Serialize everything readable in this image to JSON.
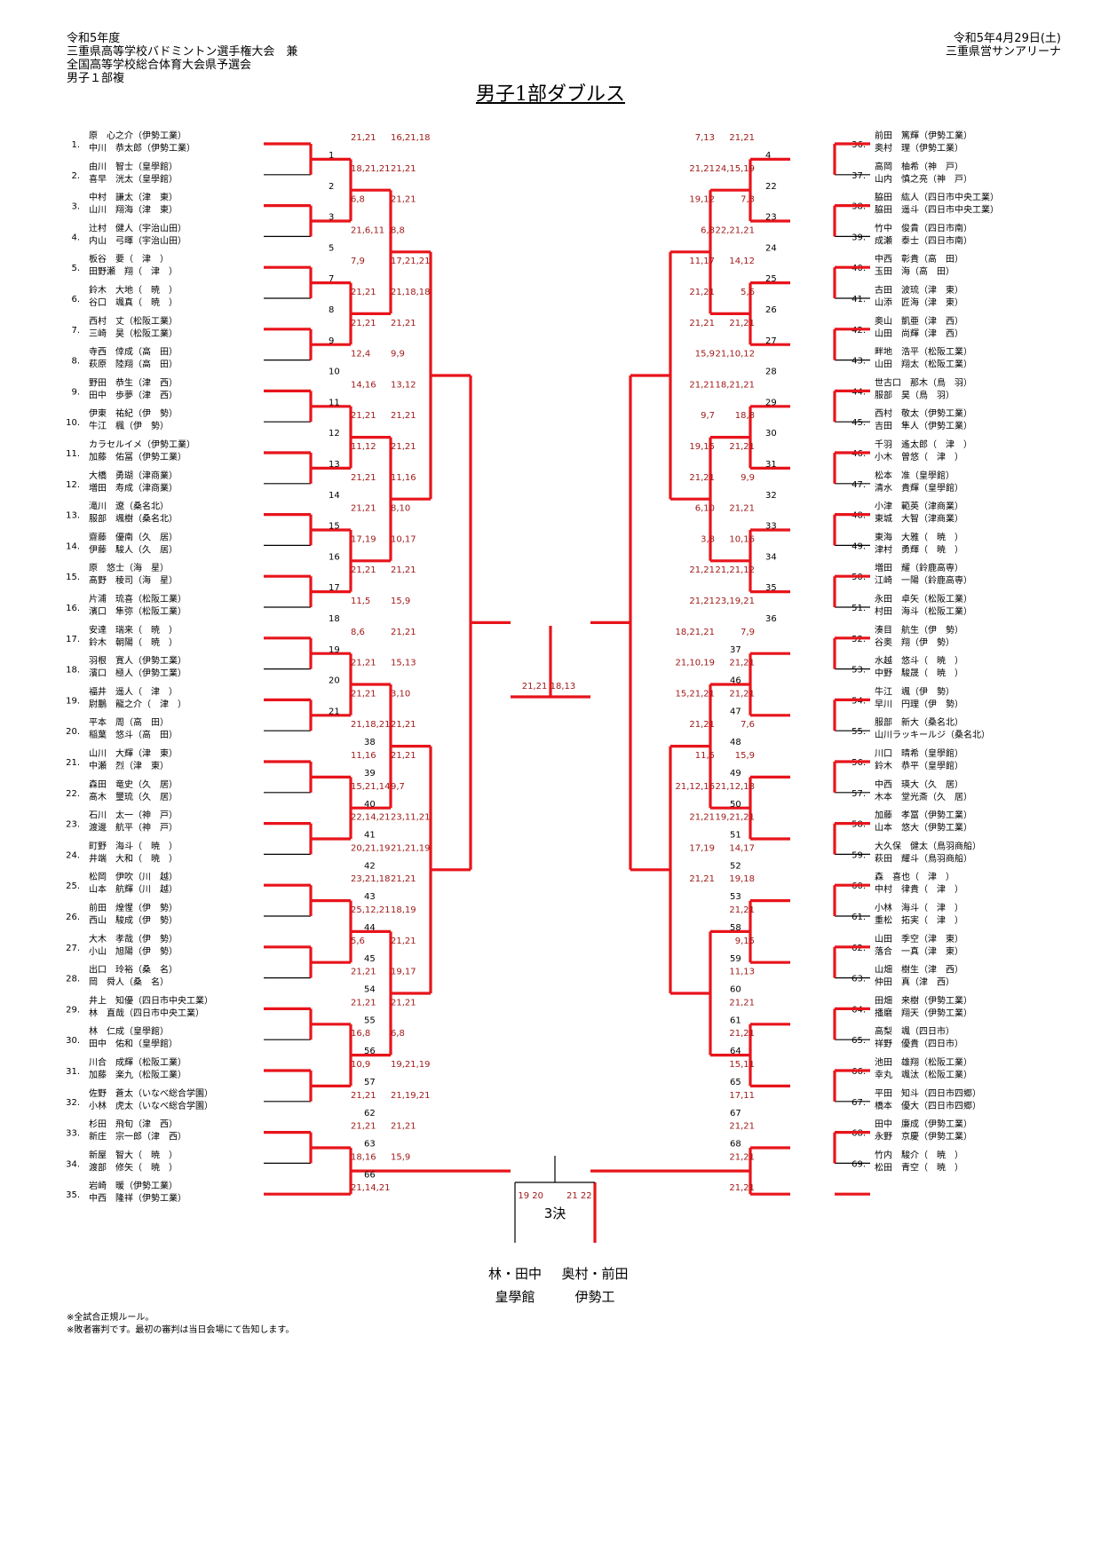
{
  "header_left": [
    "令和5年度",
    "三重県高等学校バドミントン選手権大会　兼",
    "全国高等学校総合体育大会県予選会",
    "男子１部複"
  ],
  "header_right": [
    "令和5年4月29日(土)",
    "三重県営サンアリーナ"
  ],
  "title": "男子1部ダブルス",
  "footnotes": [
    "※全試合正規ルール。",
    "※敗者審判です。最初の審判は当日会場にて告知します。"
  ],
  "left_entries": [
    {
      "seed": "1.",
      "p1": "原　心之介（伊勢工業）",
      "p2": "中川　恭太郎（伊勢工業）"
    },
    {
      "seed": "2.",
      "p1": "由川　智士（皇學館）",
      "p2": "喜早　洸太（皇學館）"
    },
    {
      "seed": "3.",
      "p1": "中村　謙太（津　東）",
      "p2": "山川　翔海（津　東）"
    },
    {
      "seed": "4.",
      "p1": "辻村　健人（宇治山田）",
      "p2": "内山　弓暉（宇治山田）"
    },
    {
      "seed": "5.",
      "p1": "板谷　要（　津　）",
      "p2": "田野瀬　翔（　津　）"
    },
    {
      "seed": "6.",
      "p1": "鈴木　大地（　暁　）",
      "p2": "谷口　颯真（　暁　）"
    },
    {
      "seed": "7.",
      "p1": "西村　丈（松阪工業）",
      "p2": "三崎　昊（松阪工業）"
    },
    {
      "seed": "8.",
      "p1": "寺西　倖成（高　田）",
      "p2": "萩原　陸翔（高　田）"
    },
    {
      "seed": "9.",
      "p1": "野田　恭生（津　西）",
      "p2": "田中　歩夢（津　西）"
    },
    {
      "seed": "10.",
      "p1": "伊東　祐紀（伊　勢）",
      "p2": "牛江　楓（伊　勢）"
    },
    {
      "seed": "11.",
      "p1": "カラセルイメ（伊勢工業）",
      "p2": "加藤　佑冨（伊勢工業）"
    },
    {
      "seed": "12.",
      "p1": "大橋　勇瑚（津商業）",
      "p2": "増田　寿成（津商業）"
    },
    {
      "seed": "13.",
      "p1": "滝川　遼（桑名北）",
      "p2": "服部　颯樹（桑名北）"
    },
    {
      "seed": "14.",
      "p1": "齋藤　優南（久　居）",
      "p2": "伊藤　駿人（久　居）"
    },
    {
      "seed": "15.",
      "p1": "原　悠士（海　星）",
      "p2": "髙野　稜司（海　星）"
    },
    {
      "seed": "16.",
      "p1": "片浦　琉喜（松阪工業）",
      "p2": "濱口　隼弥（松阪工業）"
    },
    {
      "seed": "17.",
      "p1": "安達　瑞来（　暁　）",
      "p2": "鈴木　朝陽（　暁　）"
    },
    {
      "seed": "18.",
      "p1": "羽根　寛人（伊勢工業）",
      "p2": "濱口　極人（伊勢工業）"
    },
    {
      "seed": "19.",
      "p1": "福井　遥人（　津　）",
      "p2": "尉鵬　龍之介（　津　）"
    },
    {
      "seed": "20.",
      "p1": "平本　周（高　田）",
      "p2": "稲葉　悠斗（高　田）"
    },
    {
      "seed": "21.",
      "p1": "山川　大輝（津　東）",
      "p2": "中瀬　烈（津　東）"
    },
    {
      "seed": "22.",
      "p1": "森田　竜史（久　居）",
      "p2": "髙木　璽琉（久　居）"
    },
    {
      "seed": "23.",
      "p1": "石川　太一（神　戸）",
      "p2": "渡邊　航平（神　戸）"
    },
    {
      "seed": "24.",
      "p1": "町野　海斗（　暁　）",
      "p2": "井端　大和（　暁　）"
    },
    {
      "seed": "25.",
      "p1": "松岡　伊吹（川　越）",
      "p2": "山本　航輝（川　越）"
    },
    {
      "seed": "26.",
      "p1": "前田　煌惺（伊　勢）",
      "p2": "西山　駿成（伊　勢）"
    },
    {
      "seed": "27.",
      "p1": "大木　孝哉（伊　勢）",
      "p2": "小山　旭陽（伊　勢）"
    },
    {
      "seed": "28.",
      "p1": "出口　玲裕（桑　名）",
      "p2": "岡　舜人（桑　名）"
    },
    {
      "seed": "29.",
      "p1": "井上　知優（四日市中央工業）",
      "p2": "林　直哉（四日市中央工業）"
    },
    {
      "seed": "30.",
      "p1": "林　仁成（皇學館）",
      "p2": "田中　佑和（皇學館）"
    },
    {
      "seed": "31.",
      "p1": "川合　成輝（松阪工業）",
      "p2": "加藤　楽九（松阪工業）"
    },
    {
      "seed": "32.",
      "p1": "佐野　蒼太（いなべ総合学園）",
      "p2": "小林　虎太（いなべ総合学園）"
    },
    {
      "seed": "33.",
      "p1": "杉田　飛旬（津　西）",
      "p2": "新庄　宗一郎（津　西）"
    },
    {
      "seed": "34.",
      "p1": "新屋　智大（　暁　）",
      "p2": "渡部　修矢（　暁　）"
    },
    {
      "seed": "35.",
      "p1": "岩崎　暖（伊勢工業）",
      "p2": "中西　隆祥（伊勢工業）"
    }
  ],
  "right_entries": [
    {
      "seed": "36.",
      "p1": "前田　篤輝（伊勢工業）",
      "p2": "奥村　理（伊勢工業）"
    },
    {
      "seed": "37.",
      "p1": "高岡　柚希（神　戸）",
      "p2": "山内　慎之亮（神　戸）"
    },
    {
      "seed": "38.",
      "p1": "脇田　紘人（四日市中央工業）",
      "p2": "脇田　遥斗（四日市中央工業）"
    },
    {
      "seed": "39.",
      "p1": "竹中　俊貴（四日市南）",
      "p2": "成瀬　泰士（四日市南）"
    },
    {
      "seed": "40.",
      "p1": "中西　彰貴（高　田）",
      "p2": "玉田　海（高　田）"
    },
    {
      "seed": "41.",
      "p1": "古田　波琉（津　東）",
      "p2": "山添　匠海（津　東）"
    },
    {
      "seed": "42.",
      "p1": "奥山　凱亜（津　西）",
      "p2": "山田　尚輝（津　西）"
    },
    {
      "seed": "43.",
      "p1": "畔地　浩平（松阪工業）",
      "p2": "山田　翔太（松阪工業）"
    },
    {
      "seed": "44.",
      "p1": "世古口　那木（鳥　羽）",
      "p2": "服部　昊（鳥　羽）"
    },
    {
      "seed": "45.",
      "p1": "西村　敬太（伊勢工業）",
      "p2": "吉田　隼人（伊勢工業）"
    },
    {
      "seed": "46.",
      "p1": "千羽　遙太郎（　津　）",
      "p2": "小木　曽悠（　津　）"
    },
    {
      "seed": "47.",
      "p1": "松本　准（皇學館）",
      "p2": "清水　貴輝（皇學館）"
    },
    {
      "seed": "48.",
      "p1": "小津　範英（津商業）",
      "p2": "東城　大智（津商業）"
    },
    {
      "seed": "49.",
      "p1": "東海　大雅（　暁　）",
      "p2": "津村　勇輝（　暁　）"
    },
    {
      "seed": "50.",
      "p1": "増田　耀（鈴鹿高専）",
      "p2": "江崎　一陽（鈴鹿高専）"
    },
    {
      "seed": "51.",
      "p1": "永田　卓矢（松阪工業）",
      "p2": "村田　海斗（松阪工業）"
    },
    {
      "seed": "52.",
      "p1": "湊目　航生（伊　勢）",
      "p2": "谷奥　翔（伊　勢）"
    },
    {
      "seed": "53.",
      "p1": "水越　悠斗（　暁　）",
      "p2": "中野　駿晟（　暁　）"
    },
    {
      "seed": "54.",
      "p1": "牛江　颯（伊　勢）",
      "p2": "早川　円理（伊　勢）"
    },
    {
      "seed": "55.",
      "p1": "服部　新大（桑名北）",
      "p2": "山川ラッキールジ（桑名北）"
    },
    {
      "seed": "56.",
      "p1": "川口　晴希（皇學館）",
      "p2": "鈴木　恭平（皇學館）"
    },
    {
      "seed": "57.",
      "p1": "中西　瑛大（久　居）",
      "p2": "木本　堂光斎（久　居）"
    },
    {
      "seed": "58.",
      "p1": "加藤　孝冨（伊勢工業）",
      "p2": "山本　悠大（伊勢工業）"
    },
    {
      "seed": "59.",
      "p1": "大久保　健太（鳥羽商船）",
      "p2": "萩田　耀斗（鳥羽商船）"
    },
    {
      "seed": "60.",
      "p1": "森　喜也（　津　）",
      "p2": "中村　律貴（　津　）"
    },
    {
      "seed": "61.",
      "p1": "小林　海斗（　津　）",
      "p2": "重松　拓実（　津　）"
    },
    {
      "seed": "62.",
      "p1": "山田　季空（津　東）",
      "p2": "落合　一真（津　東）"
    },
    {
      "seed": "63.",
      "p1": "山畑　樹生（津　西）",
      "p2": "仲田　真（津　西）"
    },
    {
      "seed": "64.",
      "p1": "田畑　来樹（伊勢工業）",
      "p2": "播磨　翔天（伊勢工業）"
    },
    {
      "seed": "65.",
      "p1": "高梨　颯（四日市）",
      "p2": "祥野　優貴（四日市）"
    },
    {
      "seed": "66.",
      "p1": "池田　雄翔（松阪工業）",
      "p2": "幸丸　颯汰（松阪工業）"
    },
    {
      "seed": "67.",
      "p1": "平田　知斗（四日市四郷）",
      "p2": "橋本　優大（四日市四郷）"
    },
    {
      "seed": "68.",
      "p1": "田中　廉成（伊勢工業）",
      "p2": "永野　京慶（伊勢工業）"
    },
    {
      "seed": "69.",
      "p1": "竹内　駿介（　暁　）",
      "p2": "松田　青空（　暁　）"
    }
  ],
  "third_place": {
    "label": "3決",
    "left_scores": [
      "19",
      "20"
    ],
    "right_scores": [
      "21",
      "22"
    ],
    "left_pair": "林・田中",
    "left_school": "皇學館",
    "right_pair": "奥村・前田",
    "right_school": "伊勢工"
  },
  "final_scores": "21,21 18,13",
  "match_numbers_left": [
    "1",
    "2",
    "3",
    "5",
    "7",
    "8",
    "9",
    "10",
    "11",
    "12",
    "13",
    "14",
    "15",
    "16",
    "17",
    "18",
    "19",
    "20",
    "21",
    "38",
    "39",
    "40",
    "41",
    "42",
    "43",
    "44",
    "45",
    "54",
    "55",
    "56",
    "57",
    "62",
    "63",
    "66"
  ],
  "match_numbers_right": [
    "4",
    "22",
    "23",
    "24",
    "25",
    "26",
    "27",
    "28",
    "29",
    "30",
    "31",
    "32",
    "33",
    "34",
    "35",
    "36",
    "37",
    "46",
    "47",
    "48",
    "49",
    "50",
    "51",
    "52",
    "53",
    "58",
    "59",
    "60",
    "61",
    "64",
    "65",
    "67",
    "68"
  ],
  "left_scores": [
    "21,21",
    "18,21,21",
    "6,8",
    "21,6,11",
    "7,9",
    "21,21",
    "21,21",
    "12,4",
    "14,16",
    "21,21",
    "11,12",
    "21,21",
    "21,21",
    "17,19",
    "21,21",
    "11,5",
    "8,6",
    "21,21",
    "21,21",
    "21,18,21",
    "11,16",
    "15,21,14",
    "22,14,21",
    "20,21,19",
    "23,21,18",
    "25,12,21",
    "5,6",
    "21,21",
    "21,21",
    "16,8",
    "10,9",
    "21,21",
    "21,21",
    "18,16",
    "21,14,21",
    "16,21,18",
    "21,21",
    "21,21",
    "8,8",
    "17,21,21",
    "21,18,18",
    "21,21",
    "9,9",
    "13,12",
    "21,21",
    "21,21",
    "11,16",
    "8,10",
    "10,17",
    "21,21",
    "15,9",
    "21,21",
    "15,13",
    "3,10",
    "21,21",
    "21,21",
    "9,7",
    "23,11,21",
    "21,21,19",
    "21,21",
    "18,19",
    "21,21",
    "19,17",
    "21,21",
    "6,8",
    "19,21,19",
    "21,19,21",
    "21,21",
    "15,9"
  ],
  "right_scores": [
    "21,21",
    "24,15,19",
    "7,3",
    "22,21,21",
    "14,12",
    "5,6",
    "21,21",
    "21,10,12",
    "18,21,21",
    "18,8",
    "21,21",
    "9,9",
    "21,21",
    "10,16",
    "21,21,12",
    "23,19,21",
    "7,9",
    "21,21",
    "21,21",
    "7,6",
    "15,9",
    "21,12,18",
    "19,21,21",
    "14,17",
    "19,18",
    "21,21",
    "9,15",
    "11,13",
    "21,21",
    "21,21",
    "15,11",
    "17,11",
    "21,21",
    "21,21",
    "21,21",
    "7,13",
    "21,21",
    "19,12",
    "6,8",
    "11,17",
    "21,21",
    "21,21",
    "15,9",
    "21,21",
    "9,7",
    "19,15",
    "21,21",
    "6,10",
    "3,8",
    "21,21",
    "21,21",
    "18,21,21",
    "21,10,19",
    "15,21,21",
    "21,21",
    "11,5",
    "21,12,16",
    "21,21",
    "17,19",
    "21,21"
  ],
  "colors": {
    "winner_line": "#e8141b",
    "loser_line": "#000000",
    "score_text": "#a01a1a"
  }
}
